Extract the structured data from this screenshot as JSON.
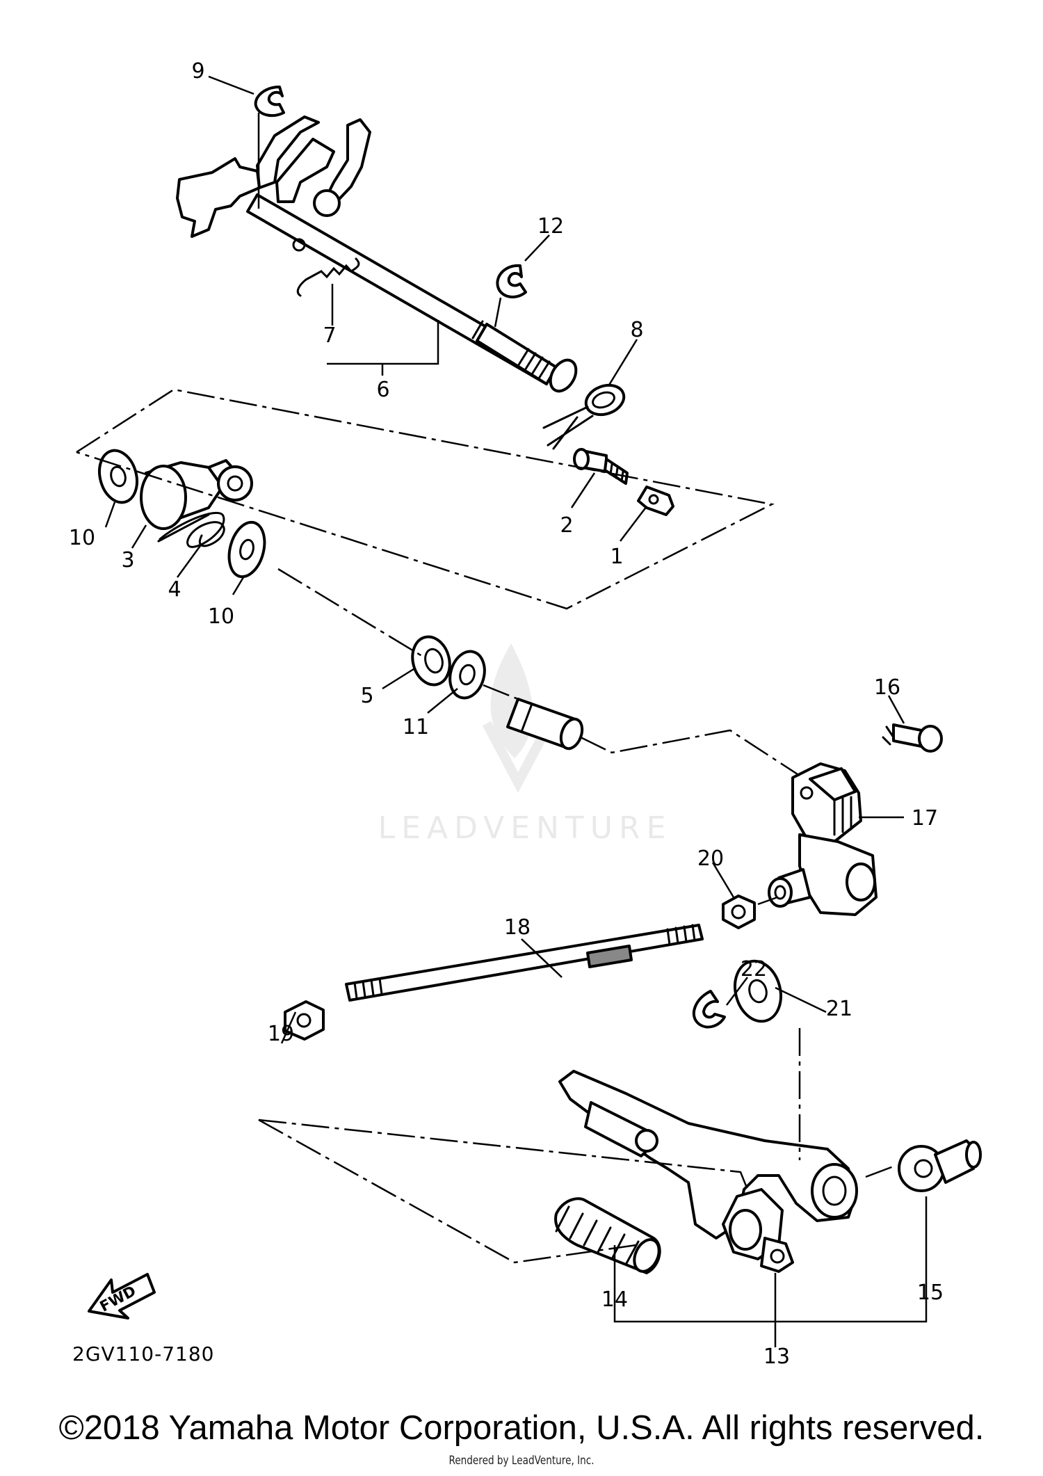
{
  "diagram": {
    "callouts": {
      "c1": "1",
      "c2": "2",
      "c3": "3",
      "c4": "4",
      "c5": "5",
      "c6": "6",
      "c7": "7",
      "c8": "8",
      "c9": "9",
      "c10a": "10",
      "c10b": "10",
      "c11": "11",
      "c12": "12",
      "c13": "13",
      "c14": "14",
      "c15": "15",
      "c16": "16",
      "c17": "17",
      "c18": "18",
      "c19": "19",
      "c20": "20",
      "c21": "21",
      "c22": "22"
    },
    "fwd_label": "FWD",
    "ref_code": "2GV110-7180",
    "watermark": "LEADVENTURE"
  },
  "footer": {
    "copyright": "©2018 Yamaha Motor Corporation, U.S.A. All rights reserved.",
    "rendered_by": "Rendered by LeadVenture, Inc."
  }
}
